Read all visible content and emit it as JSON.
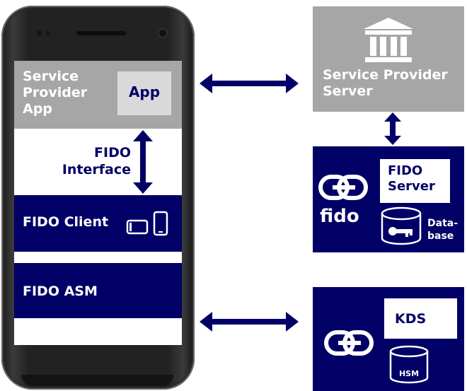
{
  "phone": {
    "service_provider_app": [
      "Service",
      "Provider",
      "App"
    ],
    "app_label": "App",
    "fido_interface": [
      "FIDO",
      "Interface"
    ],
    "fido_client": "FIDO Client",
    "fido_asm": "FIDO ASM"
  },
  "service_provider_server": [
    "Service Provider",
    "Server"
  ],
  "fido_server_box": {
    "server_label": [
      "FIDO",
      "Server"
    ],
    "logo_text": "fido",
    "database_label": [
      "Data-",
      "base"
    ]
  },
  "kds_box": {
    "kds_label": "KDS",
    "hsm_label": "HSM"
  },
  "colors": {
    "navy": "#000066",
    "gray": "#a6a6a6",
    "white": "#ffffff"
  }
}
